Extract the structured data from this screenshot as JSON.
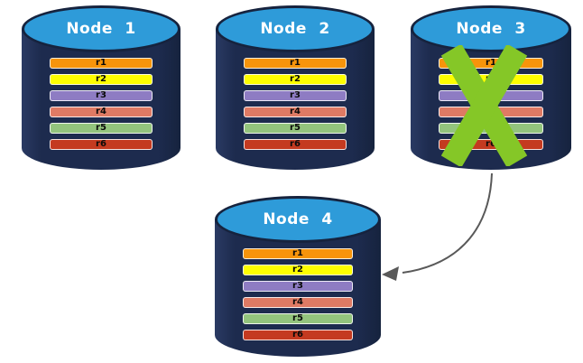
{
  "diagram_title": "",
  "colors": {
    "cylinder_body": "#1d2b4e",
    "cylinder_top": "#2e9bd9",
    "cylinder_outline": "#16233e",
    "title_text": "#ffffff",
    "x_mark": "#85c727",
    "arrow": "#595959"
  },
  "rows": [
    {
      "label": "r1",
      "color": "#f7940b"
    },
    {
      "label": "r2",
      "color": "#fefe00"
    },
    {
      "label": "r3",
      "color": "#8e7cc3"
    },
    {
      "label": "r4",
      "color": "#df7a64"
    },
    {
      "label": "r5",
      "color": "#93c47d"
    },
    {
      "label": "r6",
      "color": "#c43a20"
    }
  ],
  "nodes": [
    {
      "title": "Node 1",
      "failed": false
    },
    {
      "title": "Node 2",
      "failed": false
    },
    {
      "title": "Node 3",
      "failed": true
    },
    {
      "title": "Node 4",
      "failed": false
    }
  ],
  "arrow": {
    "from": "Node 3",
    "to": "Node 4"
  }
}
